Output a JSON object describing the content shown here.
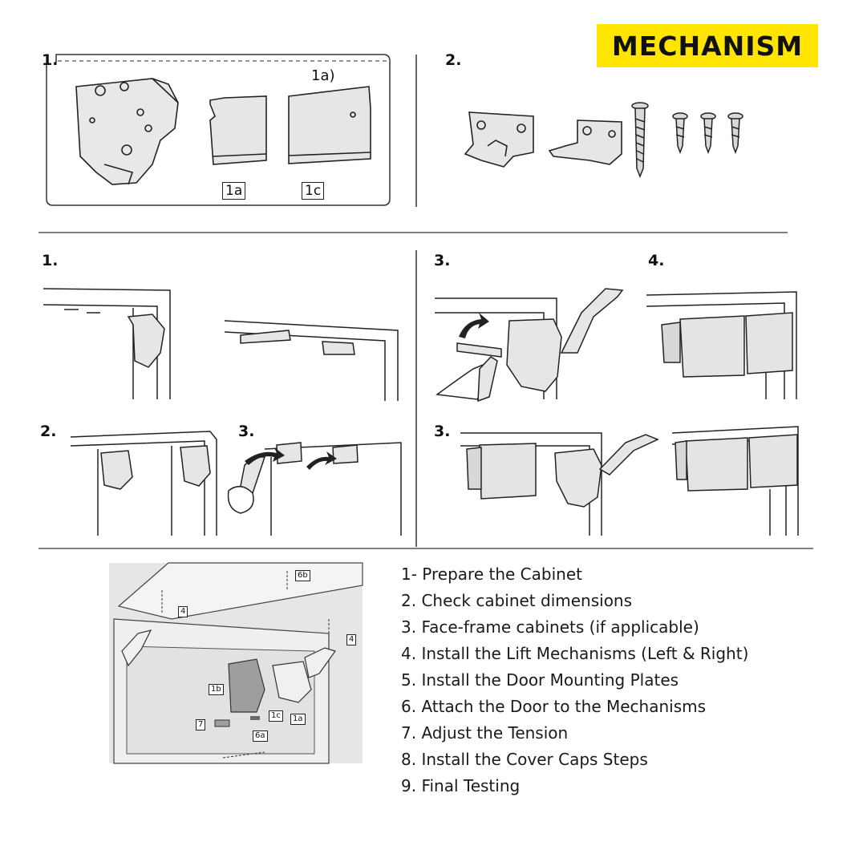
{
  "header": {
    "title": "MECHANISM"
  },
  "parts": {
    "section1_label": "1.",
    "callout_label": "1a)",
    "tag_1a": "1a",
    "tag_1c": "1c",
    "section2_label": "2."
  },
  "install": {
    "left_1": "1.",
    "left_2": "2.",
    "left_3": "3.",
    "right_3_top": "3.",
    "right_4": "4.",
    "right_3_bottom": "3."
  },
  "exploded": {
    "tag_6b": "6b",
    "tag_4_left": "4",
    "tag_4_right": "4",
    "tag_1b": "1b",
    "tag_1c": "1c",
    "tag_1a": "1a",
    "tag_7": "7",
    "tag_6a": "6a"
  },
  "steps": [
    "1- Prepare the Cabinet",
    "2. Check cabinet dimensions",
    "3. Face-frame cabinets (if applicable)",
    "4. Install the Lift Mechanisms (Left & Right)",
    "5. Install the Door Mounting Plates",
    "6. Attach the Door to the Mechanisms",
    "7. Adjust the Tension",
    "8. Install the Cover Caps Steps",
    "9. Final Testing"
  ],
  "colors": {
    "accent": "#ffe500",
    "ink": "#111111",
    "panel": "#e6e6e6"
  }
}
